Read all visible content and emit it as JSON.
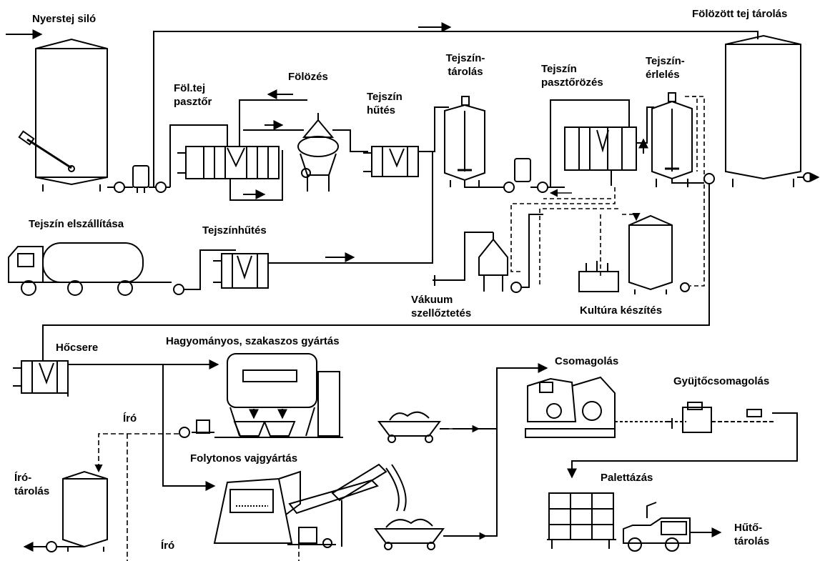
{
  "labels": {
    "raw_milk_silo": "Nyerstej siló",
    "skim_storage": "Fölözött tej tárolás",
    "skim_pasteurizer_1": "Föl.tej",
    "skim_pasteurizer_2": "pasztőr",
    "separation": "Fölözés",
    "cream_cooling_1": "Tejszín",
    "cream_cooling_2": "hűtés",
    "cream_storage_1": "Tejszín-",
    "cream_storage_2": "tárolás",
    "cream_pasteurizing_1": "Tejszín",
    "cream_pasteurizing_2": "pasztőrözés",
    "cream_ripening_1": "Tejszín-",
    "cream_ripening_2": "érlelés",
    "cream_delivery": "Tejszín elszállítása",
    "cream_cooling_truck": "Tejszínhűtés",
    "vacuum_1": "Vákuum",
    "vacuum_2": "szellőztetés",
    "culture": "Kultúra készítés",
    "heat_exchange": "Hőcsere",
    "batch_production": "Hagyományos, szakaszos gyártás",
    "buttermilk_top": "Író",
    "packaging": "Csomagolás",
    "group_packaging": "Gyüjtőcsomagolás",
    "buttermilk_storage_1": "Író-",
    "buttermilk_storage_2": "tárolás",
    "continuous_production": "Folytonos vajgyártás",
    "palletizing": "Palettázás",
    "buttermilk_bottom": "Író",
    "cold_storage_1": "Hűtő-",
    "cold_storage_2": "tárolás"
  },
  "icons": [
    "silo",
    "pump",
    "plate-heat-exchanger",
    "centrifugal-separator",
    "storage-tank",
    "tanker-truck",
    "vacuum-deaerator",
    "culture-tank",
    "butter-churn",
    "continuous-butter-machine",
    "butter-cart",
    "packaging-machine",
    "pallet",
    "forklift"
  ],
  "colors": {
    "line": "#000000",
    "background": "#ffffff"
  }
}
